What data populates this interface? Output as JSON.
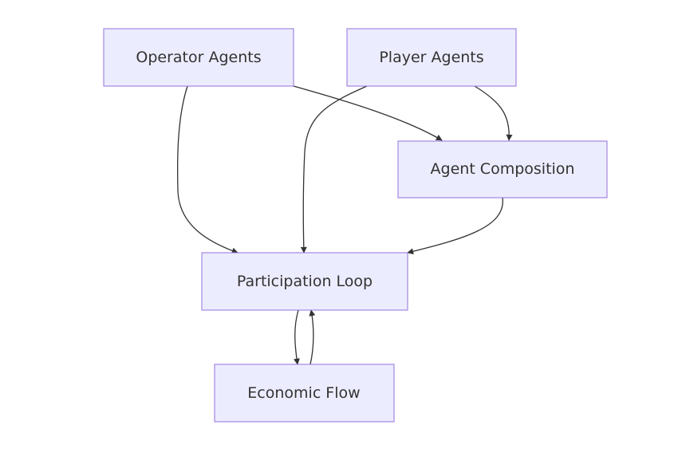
{
  "diagram": {
    "type": "flowchart",
    "nodes": {
      "operator": {
        "label": "Operator Agents"
      },
      "player": {
        "label": "Player Agents"
      },
      "composition": {
        "label": "Agent Composition"
      },
      "participation": {
        "label": "Participation Loop"
      },
      "economic": {
        "label": "Economic Flow"
      }
    },
    "edges": [
      {
        "from": "operator",
        "to": "composition"
      },
      {
        "from": "operator",
        "to": "participation"
      },
      {
        "from": "player",
        "to": "composition"
      },
      {
        "from": "player",
        "to": "participation"
      },
      {
        "from": "composition",
        "to": "participation"
      },
      {
        "from": "participation",
        "to": "economic"
      },
      {
        "from": "economic",
        "to": "participation"
      }
    ],
    "colors": {
      "node_fill": "#ececff",
      "node_stroke": "#9370db",
      "edge": "#333333",
      "text": "#333333"
    }
  }
}
